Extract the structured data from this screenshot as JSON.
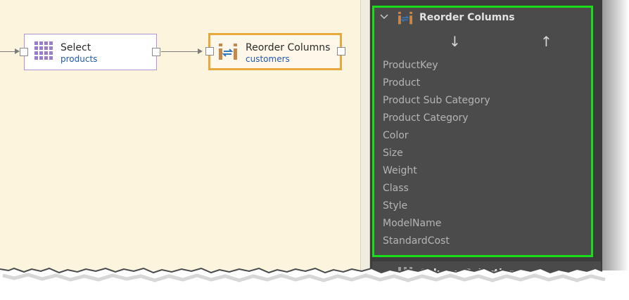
{
  "canvas": {
    "nodes": [
      {
        "title": "Select",
        "subtitle": "products",
        "icon": "grid-table-icon"
      },
      {
        "title": "Reorder Columns",
        "subtitle": "customers",
        "icon": "reorder-columns-icon"
      }
    ]
  },
  "panel": {
    "title": "Reorder Columns",
    "move_down_glyph": "↓",
    "move_up_glyph": "↑",
    "columns": [
      "ProductKey",
      "Product",
      "Product Sub Category",
      "Product Category",
      "Color",
      "Size",
      "Weight",
      "Class",
      "Style",
      "ModelName",
      "StandardCost"
    ],
    "next_section_title": "Column Selection"
  },
  "colors": {
    "canvas_bg": "#fdf4de",
    "panel_bg": "#4b4b4b",
    "highlight": "#19dd19",
    "select_border": "#b293d8",
    "reorder_border": "#e8a93c",
    "subtitle": "#1e5aa8"
  }
}
